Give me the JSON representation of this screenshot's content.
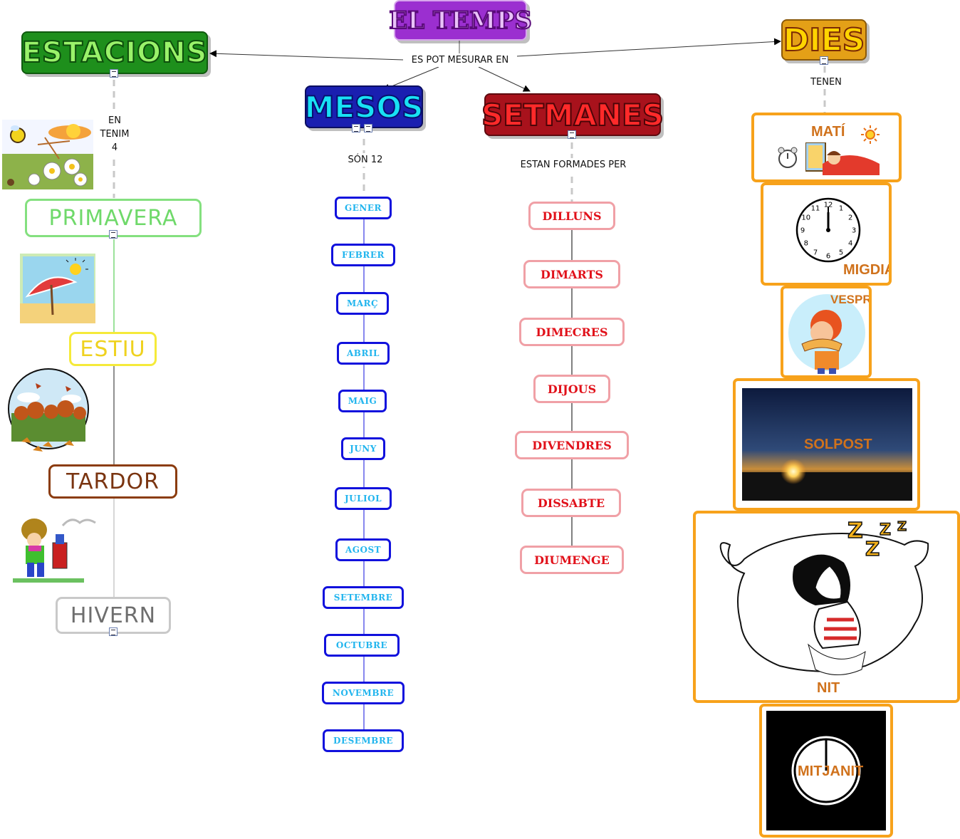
{
  "central": {
    "title": "EL TEMPS",
    "link_label": "ES POT MESURAR EN"
  },
  "estacions": {
    "title": "ESTACIONS",
    "link_label_lines": [
      "EN",
      "TENIM",
      "4"
    ],
    "items": [
      "PRIMAVERA",
      "ESTIU",
      "TARDOR",
      "HIVERN"
    ]
  },
  "mesos": {
    "title": "MESOS",
    "link_label": "SÓN 12",
    "items": [
      "GENER",
      "FEBRER",
      "MARÇ",
      "ABRIL",
      "MAIG",
      "JUNY",
      "JULIOL",
      "AGOST",
      "SETEMBRE",
      "OCTUBRE",
      "NOVEMBRE",
      "DESEMBRE"
    ]
  },
  "setmanes": {
    "title": "SETMANES",
    "link_label": "ESTAN FORMADES PER",
    "items": [
      "DILLUNS",
      "DIMARTS",
      "DIMECRES",
      "DIJOUS",
      "DIVENDRES",
      "DISSABTE",
      "DIUMENGE"
    ]
  },
  "dies": {
    "title": "DIES",
    "link_label": "TENEN",
    "items": [
      "MATÍ",
      "MIGDIA",
      "VESPRE",
      "SOLPOST",
      "NIT",
      "MITJANIT"
    ]
  },
  "clock": {
    "numbers": [
      "12",
      "1",
      "2",
      "3",
      "4",
      "5",
      "6",
      "7",
      "8",
      "9",
      "10",
      "11"
    ]
  },
  "colors": {
    "central": "#9b2fd0",
    "estacions": "#1e8f1c",
    "mesos": "#00b8f0",
    "setmanes": "#d8121c",
    "dies": "#f5a81b",
    "month_border": "#1111dd",
    "day_border": "#f0a0a6",
    "dies_border": "#f7a21b"
  }
}
